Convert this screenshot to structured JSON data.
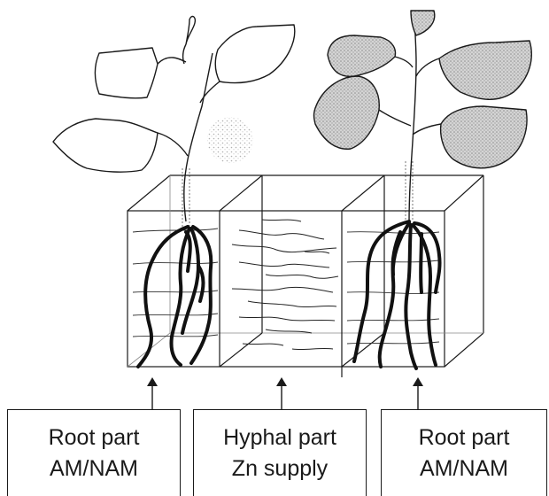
{
  "labels": {
    "root_left": {
      "line1": "Root part",
      "line2": "AM/NAM"
    },
    "hyphal": {
      "line1": "Hyphal part",
      "line2": "Zn supply"
    },
    "root_right": {
      "line1": "Root part",
      "line2": "AM/NAM"
    }
  },
  "colors": {
    "ink": "#1a1a1a",
    "leaf_shade": "#b8b8b8",
    "background": "#ffffff"
  }
}
